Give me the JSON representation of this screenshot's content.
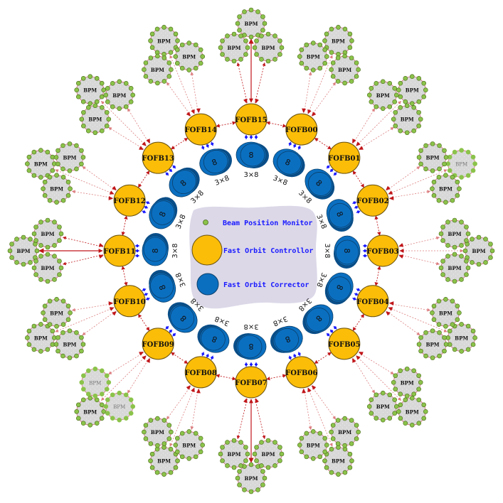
{
  "colors": {
    "controller": "#fbbd08",
    "controller_stroke": "#6a5210",
    "corrector": "#0b6fc0",
    "corrector_dark": "#0a4f8a",
    "bpm_fill": "#d8d8d8",
    "bpm_dot": "#8bc34a",
    "bpm_dot_dark": "#4a6a1a",
    "bpm_outline": "#d07070",
    "link_red": "#c0161a",
    "link_blue": "#1a1aff",
    "legend_bg": "#dcd8e8",
    "legend_text": "#1a1aff"
  },
  "legend": {
    "items": [
      {
        "symbol": "bpm-dot",
        "label": "Beam Position Monitor"
      },
      {
        "symbol": "controller",
        "label": "Fast Orbit Controllor"
      },
      {
        "symbol": "corrector",
        "label": "Fast Orbit Corrector"
      }
    ]
  },
  "controllers": [
    {
      "id": "FOFB15"
    },
    {
      "id": "FOFB00"
    },
    {
      "id": "FOFB01"
    },
    {
      "id": "FOFB02"
    },
    {
      "id": "FOFB03"
    },
    {
      "id": "FOFB04"
    },
    {
      "id": "FOFB05"
    },
    {
      "id": "FOFB06"
    },
    {
      "id": "FOFB07"
    },
    {
      "id": "FOFB08"
    },
    {
      "id": "FOFB09"
    },
    {
      "id": "FOFB10"
    },
    {
      "id": "FOFB11"
    },
    {
      "id": "FOFB12"
    },
    {
      "id": "FOFB13"
    },
    {
      "id": "FOFB14"
    }
  ],
  "corrector": {
    "count_label": "8",
    "caption": "3×8"
  },
  "bpm": {
    "label": "BPM",
    "clusters_per_controller": 1,
    "bpms_per_cluster": 3
  }
}
